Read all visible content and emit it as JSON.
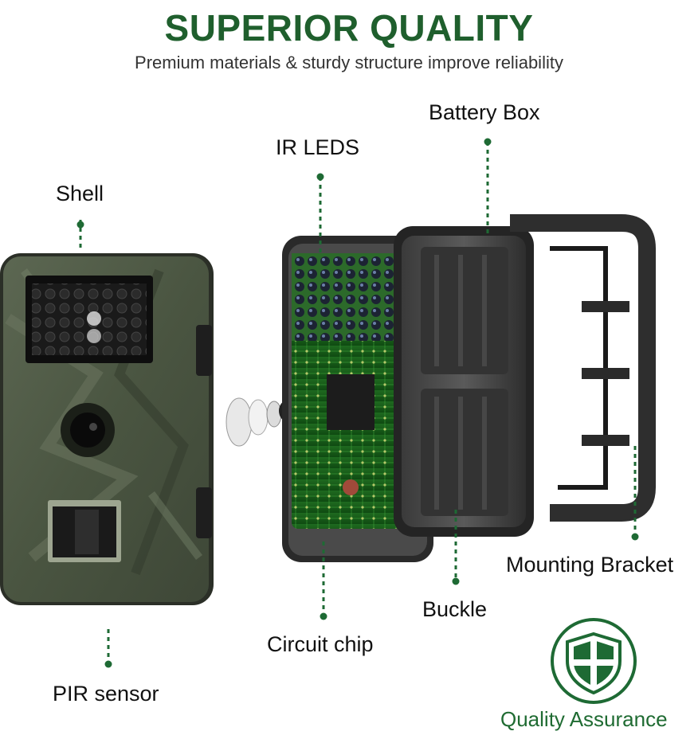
{
  "header": {
    "title": "SUPERIOR QUALITY",
    "subtitle": "Premium materials & sturdy structure improve reliability"
  },
  "labels": {
    "shell": "Shell",
    "ir_leds": "IR LEDS",
    "battery_box": "Battery Box",
    "mounting_bracket": "Mounting Bracket",
    "buckle": "Buckle",
    "circuit_chip": "Circuit chip",
    "pir_sensor": "PIR sensor"
  },
  "badge": {
    "text": "Quality Assurance",
    "icon": "shield-icon"
  },
  "colors": {
    "accent_green": "#1f5f2d",
    "leader_green": "#1e6a34",
    "camo": "#4e5a44"
  }
}
